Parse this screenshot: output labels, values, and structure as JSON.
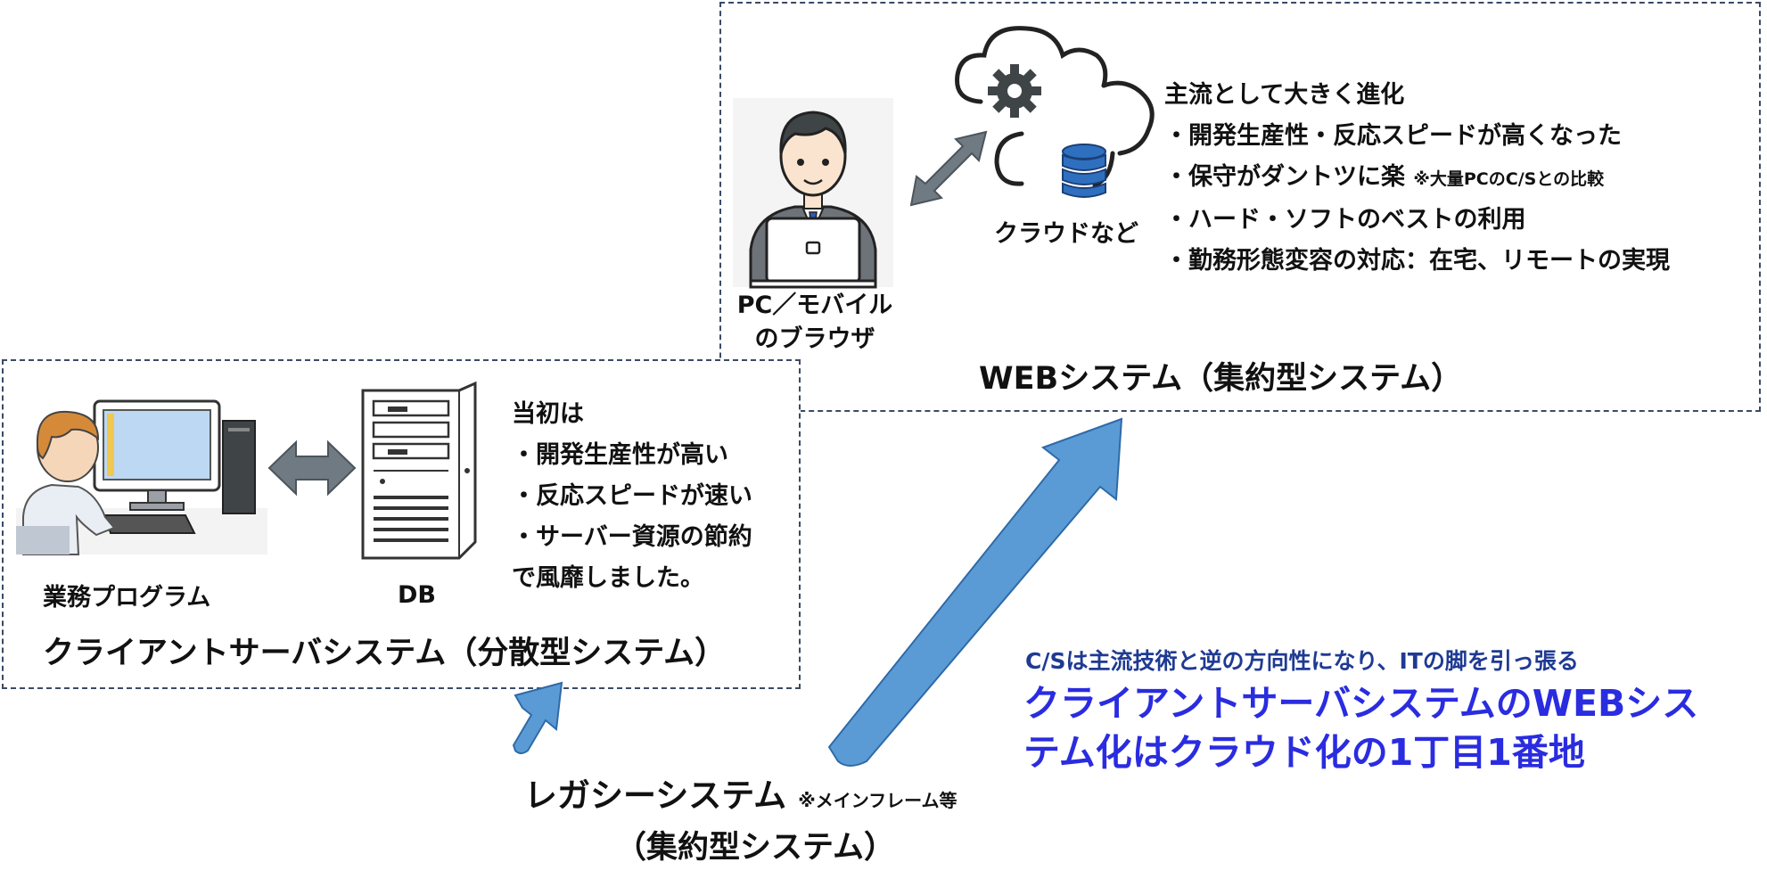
{
  "colors": {
    "arrow_blue": "#5b9bd5",
    "arrow_blue_stroke": "#2e6aa8",
    "arrow_gray": "#6f7a82",
    "box_border": "#3a4a66",
    "highlight_blue": "#2a2ce0",
    "navy": "#1f3a93"
  },
  "web_system": {
    "title": "WEBシステム（集約型システム）",
    "pc_label_line1": "PC／モバイル",
    "pc_label_line2": "のブラウザ",
    "cloud_label": "クラウドなど",
    "heading": "主流として大きく進化",
    "points": [
      "・開発生産性・反応スピードが高くなった",
      "・保守がダントツに楽",
      "・ハード・ソフトのベストの利用",
      "・勤務形態変容の対応：在宅、リモートの実現"
    ],
    "point2_note": "※大量PCのC/Sとの比較"
  },
  "client_server": {
    "title": "クライアントサーバシステム（分散型システム）",
    "program_label": "業務プログラム",
    "db_label": "DB",
    "points": [
      "当初は",
      "・開発生産性が高い",
      "・反応スピードが速い",
      "・サーバー資源の節約",
      "で風靡しました。"
    ]
  },
  "legacy": {
    "title": "レガシーシステム",
    "note": "※メインフレーム等",
    "subtitle": "（集約型システム）"
  },
  "callout": {
    "sub": "C/Sは主流技術と逆の方向性になり、ITの脚を引っ張る",
    "main_line1": "クライアントサーバシステムのWEBシス",
    "main_line2": "テム化はクラウド化の1丁目1番地"
  },
  "icons": [
    "person-at-laptop-icon",
    "cloud-icon",
    "gear-icon",
    "database-icon",
    "desktop-pc-user-icon",
    "server-tower-icon",
    "double-arrow-icon",
    "up-arrow-icon"
  ]
}
